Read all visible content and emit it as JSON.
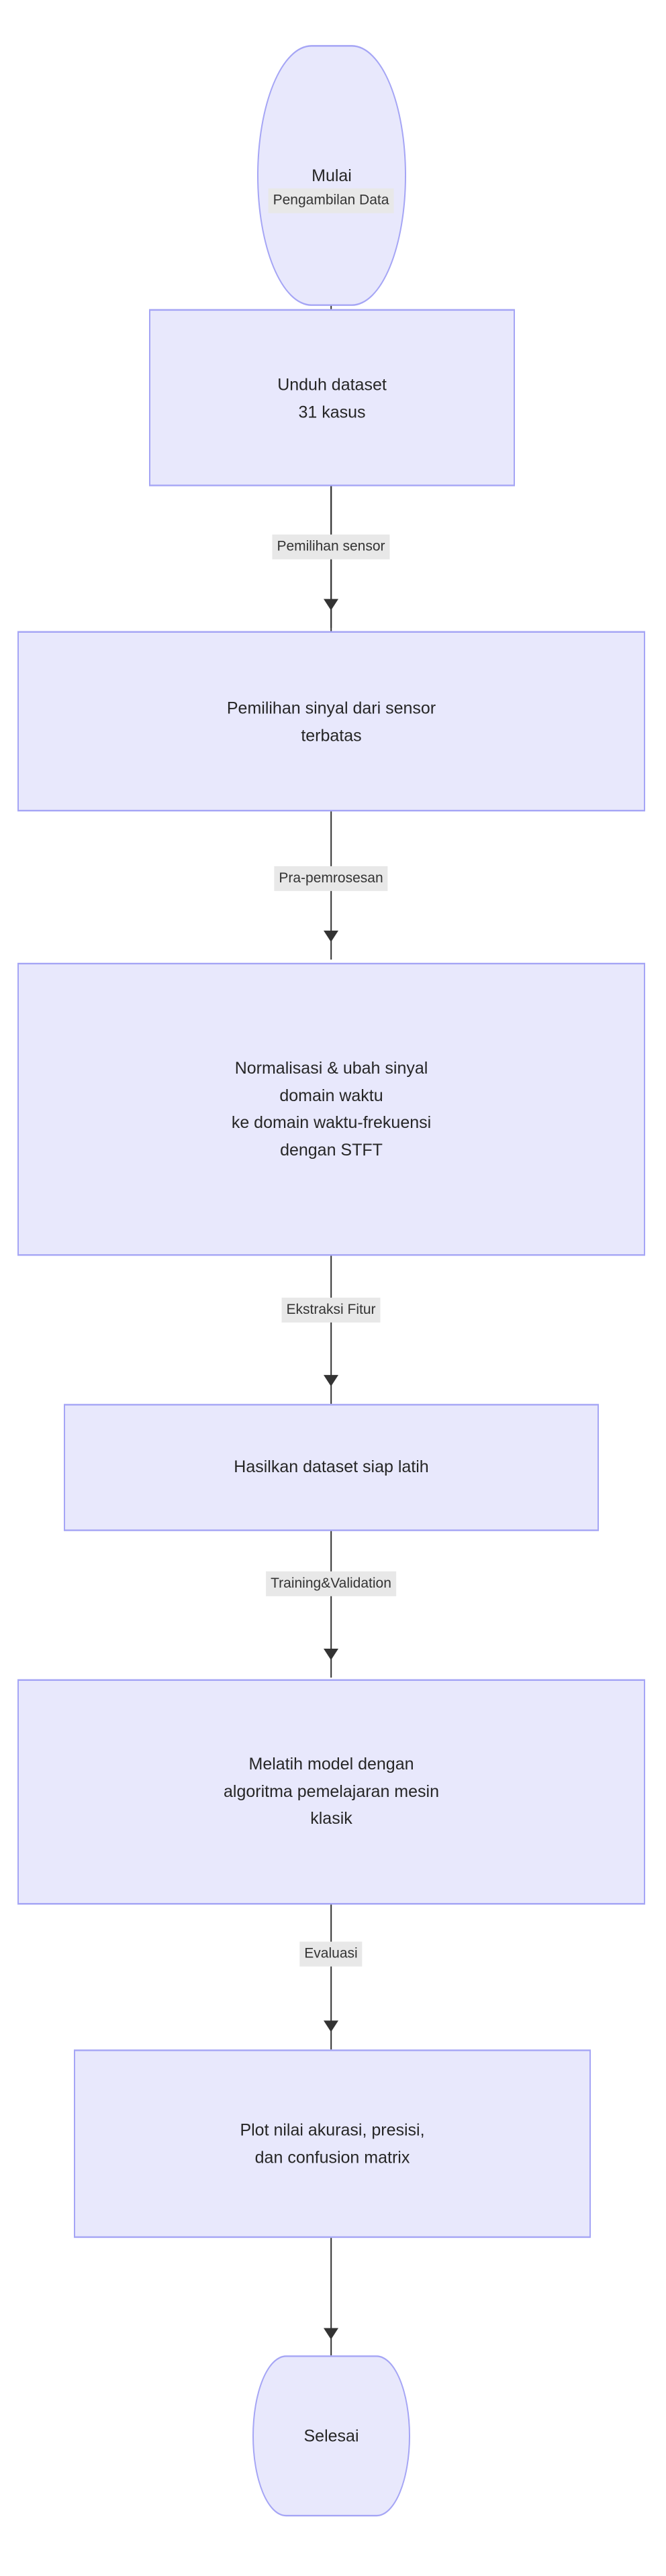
{
  "diagram": {
    "title": "Flowchart metodologi penelitian",
    "orientation": "top-to-bottom",
    "colors": {
      "node_fill": "#E8E8FC",
      "node_border": "#A5A5F5",
      "node_text": "#262626",
      "edge_line": "#333333",
      "edge_label_background": "#E8E8E8",
      "edge_label_text": "#333333",
      "canvas_background": "#FFFFFF"
    },
    "nodes": [
      {
        "id": "start",
        "shape": "stadium",
        "label": "Mulai"
      },
      {
        "id": "download",
        "shape": "rectangle",
        "label": "Unduh dataset\n31 kasus"
      },
      {
        "id": "select",
        "shape": "rectangle",
        "label": "Pemilihan sinyal dari sensor\nterbatas"
      },
      {
        "id": "preprocess",
        "shape": "rectangle",
        "label": "Normalisasi & ubah sinyal\ndomain waktu\nke domain waktu-frekuensi\ndengan STFT"
      },
      {
        "id": "dataset",
        "shape": "rectangle",
        "label": "Hasilkan dataset siap latih"
      },
      {
        "id": "train",
        "shape": "rectangle",
        "label": "Melatih model dengan\nalgoritma pemelajaran mesin\nklasik"
      },
      {
        "id": "evaluate",
        "shape": "rectangle",
        "label": "Plot nilai akurasi, presisi,\ndan confusion matrix"
      },
      {
        "id": "end",
        "shape": "stadium",
        "label": "Selesai"
      }
    ],
    "edges": [
      {
        "from": "start",
        "to": "download",
        "label": "Pengambilan Data"
      },
      {
        "from": "download",
        "to": "select",
        "label": "Pemilihan sensor"
      },
      {
        "from": "select",
        "to": "preprocess",
        "label": "Pra-pemrosesan"
      },
      {
        "from": "preprocess",
        "to": "dataset",
        "label": "Ekstraksi Fitur"
      },
      {
        "from": "dataset",
        "to": "train",
        "label": "Training&Validation"
      },
      {
        "from": "train",
        "to": "evaluate",
        "label": "Evaluasi"
      },
      {
        "from": "evaluate",
        "to": "end",
        "label": ""
      }
    ]
  }
}
